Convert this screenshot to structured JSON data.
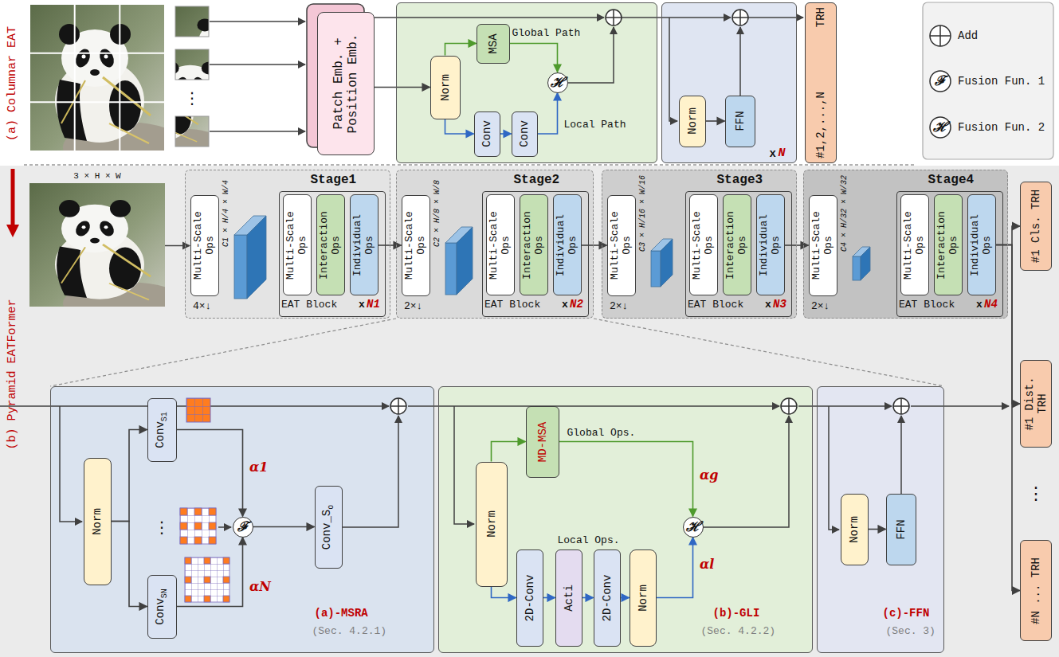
{
  "diagram": {
    "nodes": [
      {
        "text": [
          "Patch Emb. + Position Emb."
        ]
      },
      {
        "text": [
          "Global Path",
          "Local Path"
        ]
      },
      {
        "text": [
          "Norm"
        ],
        "in": 1
      },
      {
        "text": [
          "MSA"
        ],
        "in": 1
      },
      {
        "text": [
          "Conv"
        ],
        "in": 1
      },
      {
        "text": [
          "Conv"
        ],
        "in": 1
      },
      {
        "text": [
          "ℋ"
        ],
        "in": 1
      },
      {
        "text": [
          "x",
          "N"
        ]
      },
      {
        "text": [
          "Norm"
        ],
        "in": 7
      },
      {
        "text": [
          "FFN"
        ],
        "in": 7
      },
      {
        "text": [
          "#1,2,...,N",
          "TRH"
        ]
      },
      {
        "text": [
          "Stage1"
        ]
      },
      {
        "text": [
          "Multi-Scale Ops"
        ],
        "in": 11
      },
      {
        "text": [
          "EAT Block",
          "x",
          "N1"
        ],
        "in": 11
      },
      {
        "text": [
          "Multi-Scale Ops"
        ],
        "in": 13
      },
      {
        "text": [
          "Interaction Ops"
        ],
        "in": 13
      },
      {
        "text": [
          "Individual Ops"
        ],
        "in": 13
      },
      {
        "text": [
          "Stage2"
        ]
      },
      {
        "text": [
          "Multi-Scale Ops"
        ],
        "in": 17
      },
      {
        "text": [
          "EAT Block",
          "x",
          "N2"
        ],
        "in": 17
      },
      {
        "text": [
          "Multi-Scale Ops"
        ],
        "in": 19
      },
      {
        "text": [
          "Interaction Ops"
        ],
        "in": 19
      },
      {
        "text": [
          "Individual Ops"
        ],
        "in": 19
      },
      {
        "text": [
          "Stage3"
        ]
      },
      {
        "text": [
          "Multi-Scale Ops"
        ],
        "in": 23
      },
      {
        "text": [
          "EAT Block",
          "x",
          "N3"
        ],
        "in": 23
      },
      {
        "text": [
          "Multi-Scale Ops"
        ],
        "in": 25
      },
      {
        "text": [
          "Interaction Ops"
        ],
        "in": 25
      },
      {
        "text": [
          "Individual Ops"
        ],
        "in": 25
      },
      {
        "text": [
          "Stage4"
        ]
      },
      {
        "text": [
          "Multi-Scale Ops"
        ],
        "in": 29
      },
      {
        "text": [
          "EAT Block",
          "x",
          "N4"
        ],
        "in": 29
      },
      {
        "text": [
          "Multi-Scale Ops"
        ],
        "in": 31
      },
      {
        "text": [
          "Interaction Ops"
        ],
        "in": 31
      },
      {
        "text": [
          "Individual Ops"
        ],
        "in": 31
      },
      {
        "text": [
          "#1 Cls. TRH"
        ]
      },
      {
        "text": [
          "#1 Dist. TRH"
        ]
      },
      {
        "text": [
          "#N ... TRH"
        ]
      },
      {
        "text": [
          "(a)-MSRA",
          "(Sec. 4.2.1)"
        ]
      },
      {
        "text": [
          "Norm"
        ],
        "in": 38
      },
      {
        "text": [
          "Conv",
          "S1"
        ],
        "in": 38
      },
      {
        "text": [
          "Conv",
          "SN"
        ],
        "in": 38
      },
      {
        "text": [
          "ℱ"
        ],
        "in": 38
      },
      {
        "text": [
          "Conv_S",
          "o"
        ],
        "in": 38
      },
      {
        "text": [
          "(b)-GLI",
          "(Sec. 4.2.2)",
          "Global Ops.",
          "Local Ops."
        ]
      },
      {
        "text": [
          "Norm"
        ],
        "in": 44
      },
      {
        "text": [
          "MD-MSA"
        ],
        "in": 44
      },
      {
        "text": [
          "2D-Conv"
        ],
        "in": 44
      },
      {
        "text": [
          "Acti"
        ],
        "in": 44
      },
      {
        "text": [
          "2D-Conv"
        ],
        "in": 44
      },
      {
        "text": [
          "Norm"
        ],
        "in": 44
      },
      {
        "text": [
          "ℋ"
        ],
        "in": 44
      },
      {
        "text": [
          "(c)-FFN",
          "(Sec. 3)"
        ]
      },
      {
        "text": [
          "Norm"
        ],
        "in": 52
      },
      {
        "text": [
          "FFN"
        ],
        "in": 52
      }
    ],
    "edges": [
      {
        "from": 0,
        "to": 2,
        "arrow": "to"
      },
      {
        "from": 2,
        "to": 3,
        "arrow": "to"
      },
      {
        "from": 2,
        "to": 4,
        "arrow": "to"
      },
      {
        "from": 4,
        "to": 5,
        "arrow": "to"
      },
      {
        "from": 3,
        "to": 6,
        "arrow": "to"
      },
      {
        "from": 5,
        "to": 6,
        "arrow": "to"
      },
      {
        "from": 8,
        "to": 9,
        "arrow": "to"
      },
      {
        "from": 16,
        "to": 18,
        "arrow": "to"
      },
      {
        "from": 22,
        "to": 24,
        "arrow": "to"
      },
      {
        "from": 28,
        "to": 30,
        "arrow": "to"
      },
      {
        "from": 34,
        "to": 35,
        "arrow": "to"
      },
      {
        "from": 34,
        "to": 36,
        "arrow": "to"
      },
      {
        "from": 34,
        "to": 37,
        "arrow": "to"
      },
      {
        "from": 39,
        "to": 40,
        "arrow": "to"
      },
      {
        "from": 39,
        "to": 41,
        "arrow": "to"
      },
      {
        "from": 40,
        "to": 42,
        "arrow": "to"
      },
      {
        "from": 41,
        "to": 42,
        "arrow": "to"
      },
      {
        "from": 42,
        "to": 43,
        "arrow": "to"
      },
      {
        "from": 45,
        "to": 46,
        "arrow": "to"
      },
      {
        "from": 45,
        "to": 47,
        "arrow": "to"
      },
      {
        "from": 47,
        "to": 48,
        "arrow": "to"
      },
      {
        "from": 48,
        "to": 49,
        "arrow": "to"
      },
      {
        "from": 49,
        "to": 50,
        "arrow": "to"
      },
      {
        "from": 46,
        "to": 51,
        "arrow": "to"
      },
      {
        "from": 50,
        "to": 51,
        "arrow": "to"
      },
      {
        "from": 53,
        "to": 54,
        "arrow": "to"
      }
    ],
    "labels": [
      "(a) Columnar EAT",
      "⋮",
      "ℱ",
      "ℋ",
      "(b) Pyramid EATFormer",
      "3 × H × W",
      "4×↓",
      "C1 × H/4 × W/4",
      "2×↓",
      "C2 × H/8 × W/8",
      "2×↓",
      "C3 × H/16 × W/16",
      "2×↓",
      "C4 × H/32 × W/32",
      "⋮",
      "α1",
      "⋮",
      "αN",
      "αg",
      "αl"
    ],
    "legend": [
      {
        "text": "Add"
      },
      {
        "text": "Fusion Fun. 1"
      },
      {
        "text": "Fusion Fun. 2"
      }
    ]
  }
}
